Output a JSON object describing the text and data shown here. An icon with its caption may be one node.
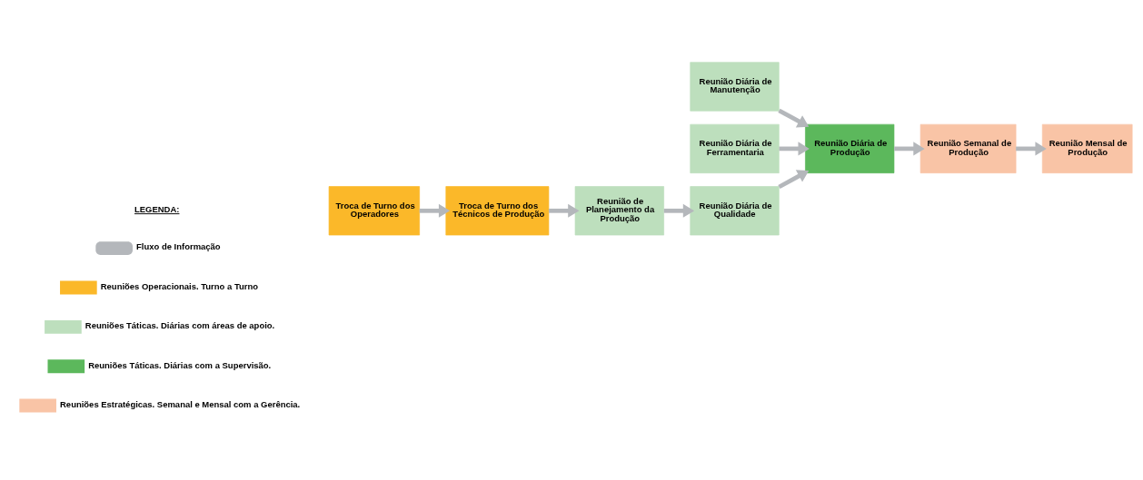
{
  "diagram": {
    "nodes": [
      {
        "text": [
          "Troca de Turno dos Operadores"
        ]
      },
      {
        "text": [
          "Troca de Turno dos Técnicos de Produção"
        ]
      },
      {
        "text": [
          "Reunião de Planejamento da Produção"
        ]
      },
      {
        "text": [
          "Reunião Diária de Qualidade"
        ]
      },
      {
        "text": [
          "Reunião Diária de Manutenção"
        ]
      },
      {
        "text": [
          "Reunião Diária de Ferramentaria"
        ]
      },
      {
        "text": [
          "Reunião Diária de Produção"
        ]
      },
      {
        "text": [
          "Reunião Semanal de Produção"
        ]
      },
      {
        "text": [
          "Reunião Mensal de Produção"
        ]
      }
    ],
    "edges": [
      {
        "from": 0,
        "to": 1,
        "arrow": "to"
      },
      {
        "from": 1,
        "to": 2,
        "arrow": "to"
      },
      {
        "from": 2,
        "to": 3,
        "arrow": "to"
      },
      {
        "from": 3,
        "to": 6,
        "arrow": "to"
      },
      {
        "from": 4,
        "to": 6,
        "arrow": "to"
      },
      {
        "from": 5,
        "to": 6,
        "arrow": "to"
      },
      {
        "from": 6,
        "to": 7,
        "arrow": "to"
      },
      {
        "from": 7,
        "to": 8,
        "arrow": "to"
      }
    ],
    "labels": [
      "LEGENDA:"
    ],
    "legend": [
      {
        "text": "Fluxo de Informação"
      },
      {
        "text": "Reuniões Operacionais. Turno a Turno",
        "color": "#fbb829"
      },
      {
        "text": "Reuniões Táticas. Diárias com áreas de apoio.",
        "color": "#bddfbd"
      },
      {
        "text": "Reuniões Táticas. Diárias com a Supervisão.",
        "color": "#5cb85c"
      },
      {
        "text": "Reuniões Estratégicas. Semanal e Mensal com a Gerência.",
        "color": "#f9c4a6"
      }
    ]
  }
}
